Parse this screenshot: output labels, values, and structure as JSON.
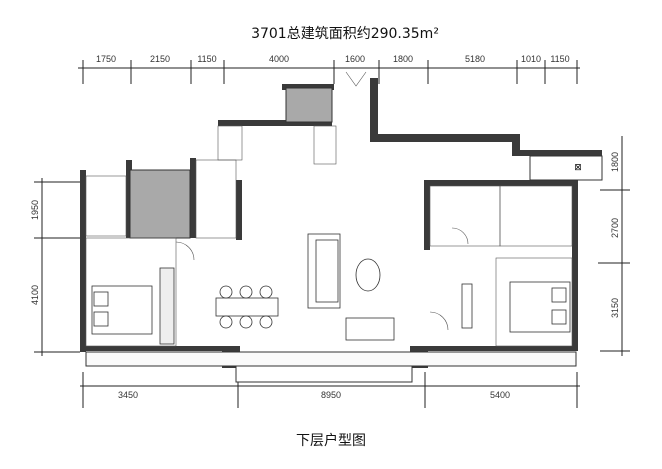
{
  "title": "3701总建筑面积约290.35m²",
  "caption": "下层户型图",
  "dimensions": {
    "top": [
      "1750",
      "2150",
      "1150",
      "4000",
      "1600",
      "1800",
      "5180",
      "1010",
      "1150"
    ],
    "bottom": [
      "3450",
      "8950",
      "5400"
    ],
    "left": [
      "1950",
      "4100"
    ],
    "right": [
      "1800",
      "2700",
      "3150"
    ]
  },
  "colors": {
    "wall": "#3a3a3a",
    "core": "#a9a9a9"
  }
}
